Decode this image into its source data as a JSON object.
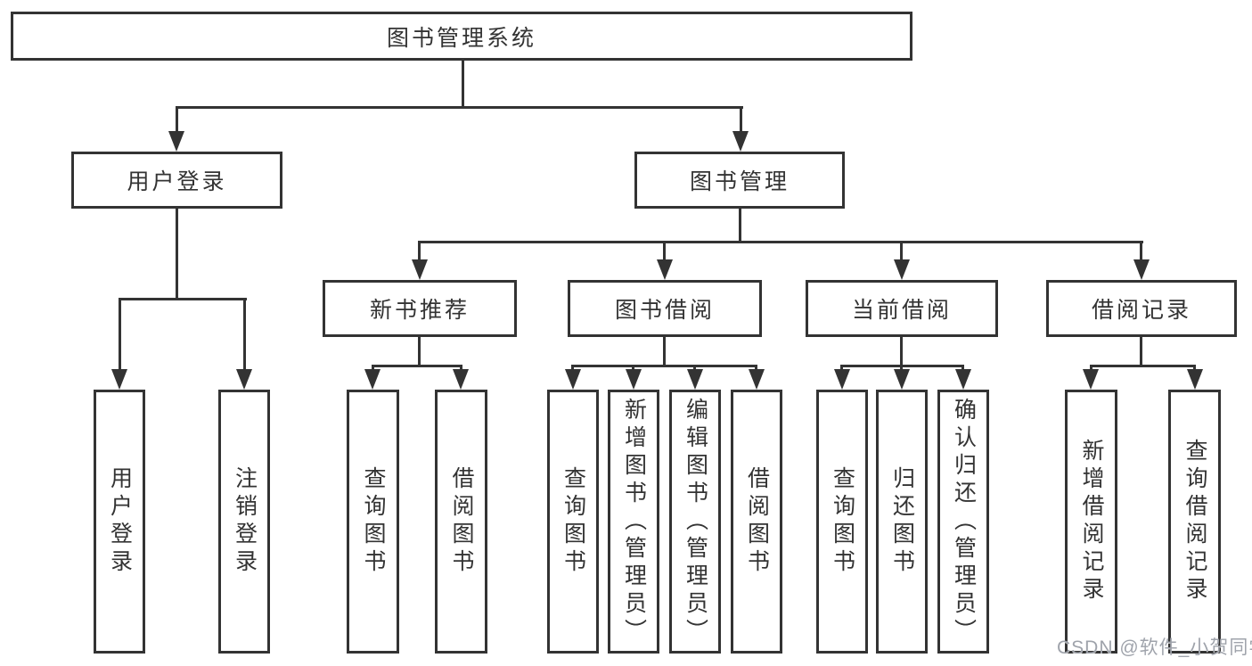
{
  "diagram": {
    "root": {
      "label": "图书管理系统"
    },
    "level2": {
      "user_login": {
        "label": "用户登录"
      },
      "book_mgmt": {
        "label": "图书管理"
      }
    },
    "level3": {
      "new_books": {
        "label": "新书推荐"
      },
      "book_borrow": {
        "label": "图书借阅"
      },
      "current_borrow": {
        "label": "当前借阅"
      },
      "borrow_records": {
        "label": "借阅记录"
      }
    },
    "leaves": {
      "login": [
        "用户登录",
        "注销登录"
      ],
      "new_books": [
        "查询图书",
        "借阅图书"
      ],
      "book_borrow": [
        "查询图书",
        "新增图书（管理员）",
        "编辑图书（管理员）",
        "借阅图书"
      ],
      "current_borrow": [
        "查询图书",
        "归还图书",
        "确认归还（管理员）"
      ],
      "borrow_records": [
        "新增借阅记录",
        "查询借阅记录"
      ]
    }
  },
  "watermark": {
    "text": "CSDN @软件_小贺同学"
  },
  "colors": {
    "line": "#333333",
    "text": "#333333",
    "box_fill": "#ffffff",
    "watermark": "#9a9ea7",
    "background": "#ffffff"
  }
}
